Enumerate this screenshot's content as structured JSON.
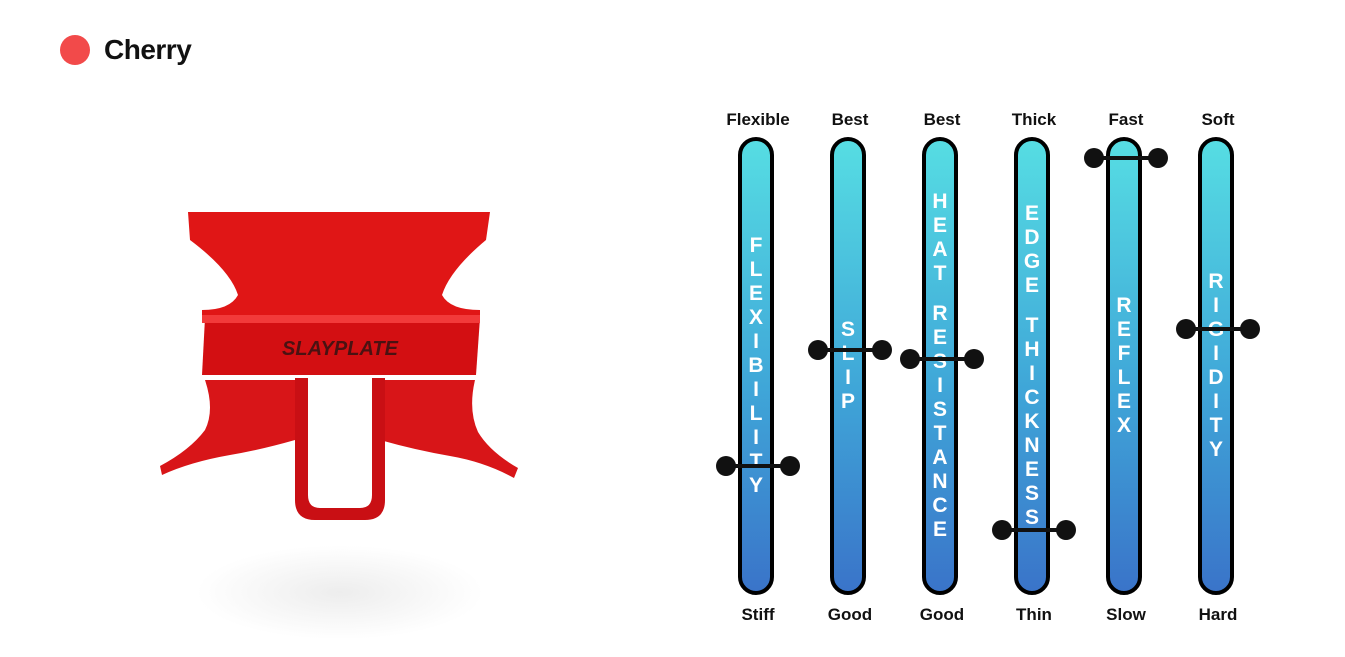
{
  "product": {
    "name": "Cherry",
    "color": "#f24a4a",
    "brand_mark": "SLAYPLATE"
  },
  "sliders": [
    {
      "top_label": "Flexible",
      "bottom_label": "Stiff",
      "bar_label": "FLEXIBILITY",
      "level": 0.25
    },
    {
      "top_label": "Best",
      "bottom_label": "Good",
      "bar_label": "SLIP",
      "level": 0.52
    },
    {
      "top_label": "Best",
      "bottom_label": "Good",
      "bar_label": "HEAT RESISTANCE",
      "level": 0.5
    },
    {
      "top_label": "Thick",
      "bottom_label": "Thin",
      "bar_label": "EDGE THICKNESS",
      "level": 0.1
    },
    {
      "top_label": "Fast",
      "bottom_label": "Slow",
      "bar_label": "REFLEX",
      "level": 0.97
    },
    {
      "top_label": "Soft",
      "bottom_label": "Hard",
      "bar_label": "RIGIDITY",
      "level": 0.57
    }
  ]
}
